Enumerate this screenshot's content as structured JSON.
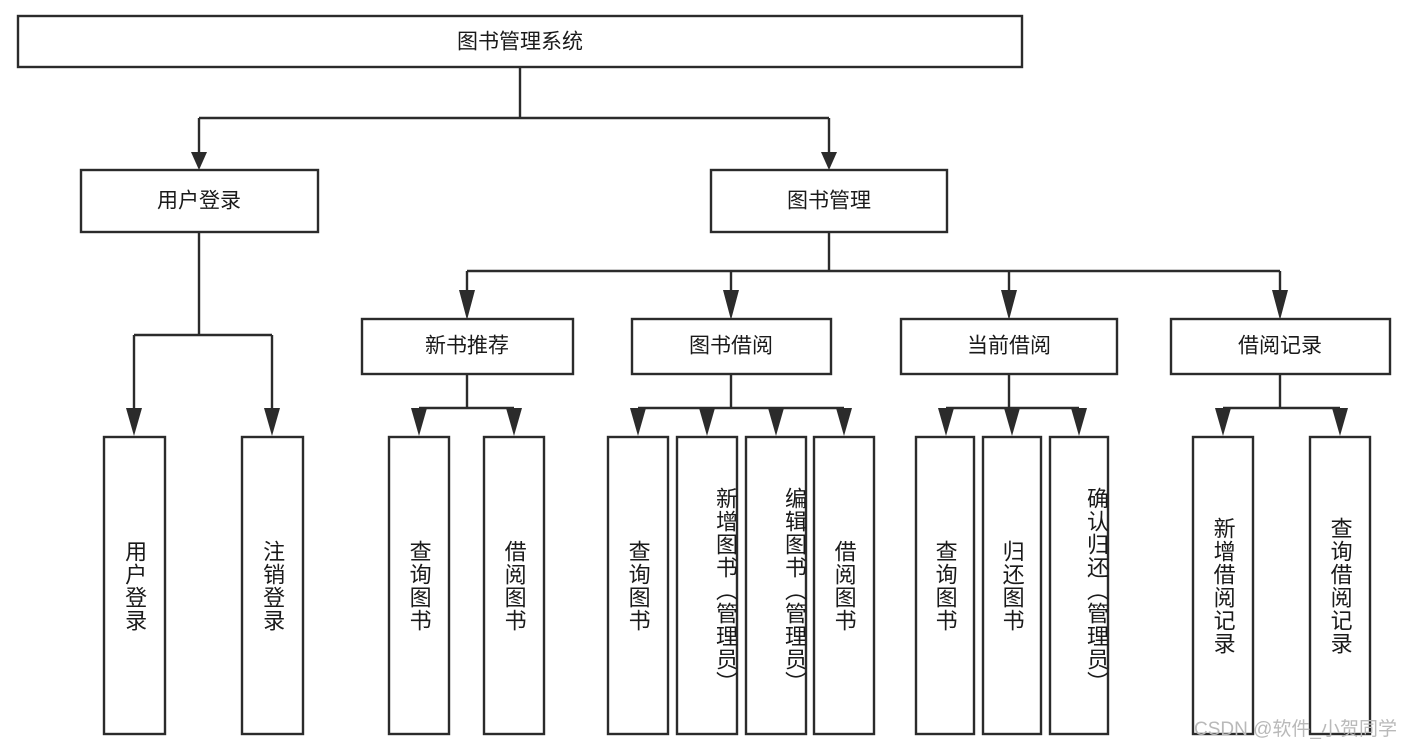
{
  "diagram": {
    "type": "tree-hierarchy",
    "title": "图书管理系统",
    "orientation": "top-down",
    "colors": {
      "box_fill": "#ffffff",
      "box_stroke": "#2b2b2b",
      "connector": "#2b2b2b",
      "text": "#1a1a1a",
      "watermark": "#b9b9b9",
      "background": "#ffffff"
    },
    "root": {
      "label": "图书管理系统"
    },
    "level2": [
      {
        "label": "用户登录"
      },
      {
        "label": "图书管理"
      }
    ],
    "level3": [
      {
        "label": "新书推荐"
      },
      {
        "label": "图书借阅"
      },
      {
        "label": "当前借阅"
      },
      {
        "label": "借阅记录"
      }
    ],
    "leaves": {
      "user_login": [
        {
          "label": "用户登录"
        },
        {
          "label": "注销登录"
        }
      ],
      "new_book_recommend": [
        {
          "label": "查询图书"
        },
        {
          "label": "借阅图书"
        }
      ],
      "book_borrow": [
        {
          "label": "查询图书"
        },
        {
          "label": "新增图书（管理员）"
        },
        {
          "label": "编辑图书（管理员）"
        },
        {
          "label": "借阅图书"
        }
      ],
      "current_borrow": [
        {
          "label": "查询图书"
        },
        {
          "label": "归还图书"
        },
        {
          "label": "确认归还（管理员）"
        }
      ],
      "borrow_record": [
        {
          "label": "新增借阅记录"
        },
        {
          "label": "查询借阅记录"
        }
      ]
    },
    "watermark": "CSDN @软件_小贺同学"
  }
}
